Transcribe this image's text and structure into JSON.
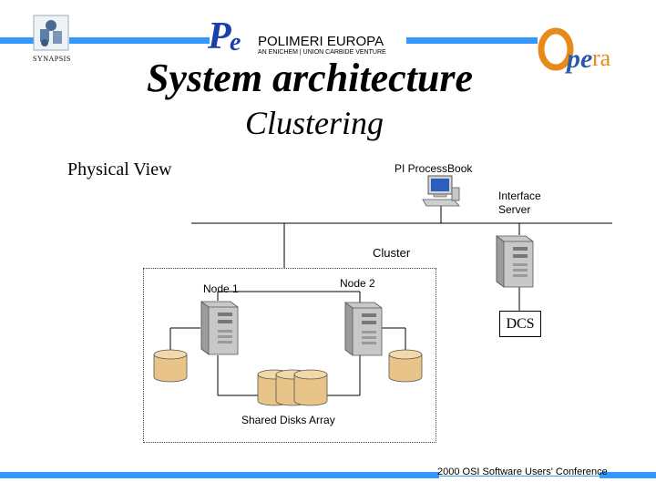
{
  "header": {
    "left_logo_caption": "SYNAPSIS",
    "company_name": "POLIMERI EUROPA",
    "company_tagline": "AN ENICHEM | UNION CARBIDE VENTURE",
    "company_logo_text": "Pe",
    "right_logo_text": "Opera"
  },
  "slide": {
    "title": "System architecture",
    "subtitle": "Clustering",
    "view_label": "Physical View"
  },
  "diagram": {
    "labels": {
      "process_book": "PI ProcessBook",
      "interface_server_line1": "Interface",
      "interface_server_line2": "Server",
      "cluster": "Cluster",
      "node1": "Node 1",
      "node2": "Node 2",
      "dcs": "DCS",
      "shared_disks": "Shared Disks Array"
    }
  },
  "footer": {
    "text": "2000 OSI Software Users' Conference"
  },
  "colors": {
    "accent": "#3399ff",
    "logo_blue": "#1a3fa8",
    "opera_orange": "#e8891c",
    "opera_blue": "#2c5aa8",
    "disk": "#e8c489",
    "server": "#c8c8c8"
  }
}
